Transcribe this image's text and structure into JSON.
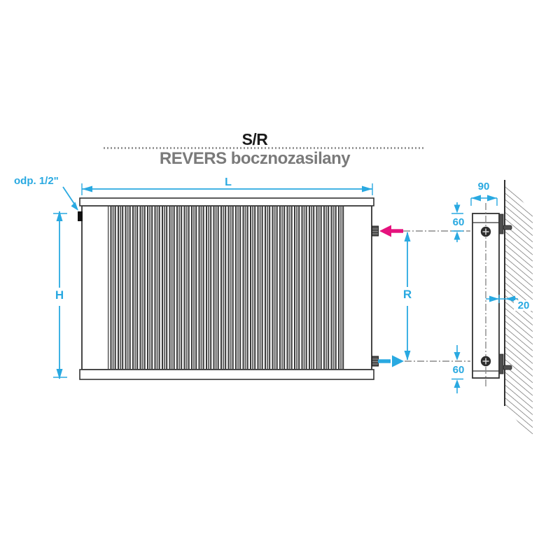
{
  "header": {
    "title": "S/R",
    "subtitle": "REVERS bocznozasilany"
  },
  "front_view": {
    "outlet_label": "odp. 1/2\"",
    "width_dim": "L",
    "height_dim": "H",
    "connection_spacing_dim": "R"
  },
  "side_view": {
    "depth_dim": "90",
    "top_connection_offset_dim": "60",
    "bottom_connection_offset_dim": "60",
    "wall_clearance_dim": "20"
  },
  "colors": {
    "dimension_accent": "#29a9e1",
    "supply_arrow": "#e5127d",
    "return_arrow": "#29a9e1",
    "outline": "#333333",
    "centerline": "#8a8a8a",
    "title": "#1a1a1a",
    "subtitle": "#7a7a7a",
    "hatch": "#5f5f5f"
  }
}
